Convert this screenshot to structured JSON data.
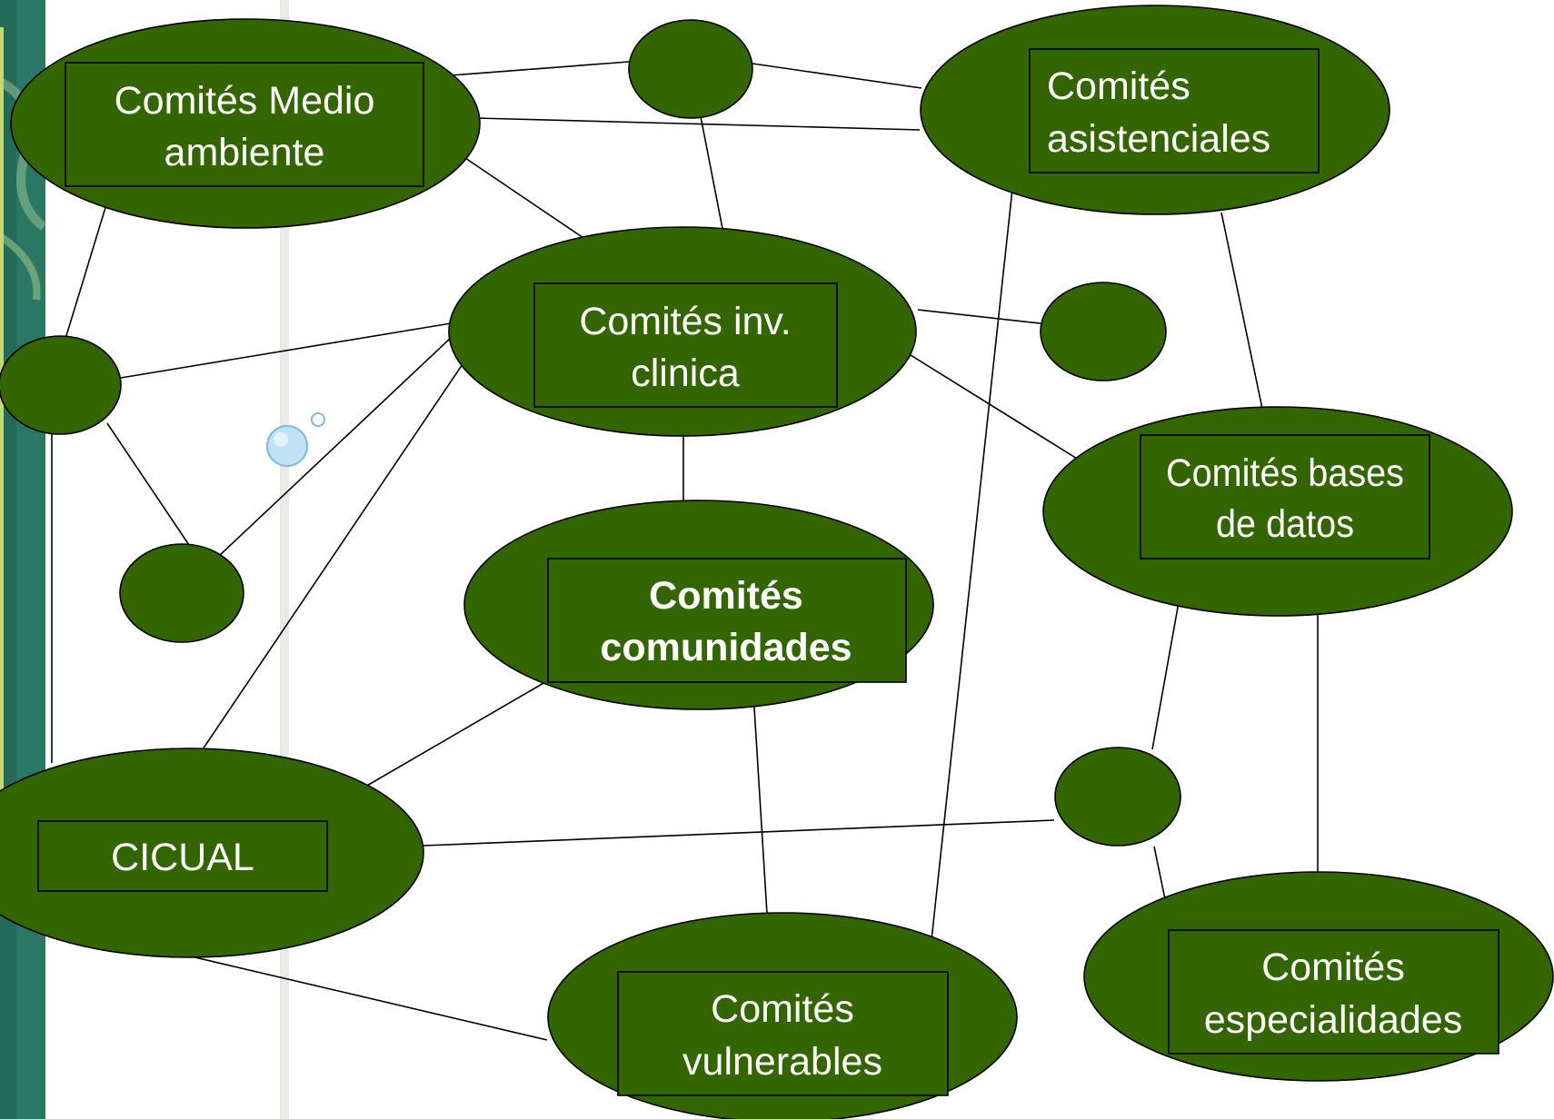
{
  "slide": {
    "colors": {
      "node_fill": "#336600",
      "node_stroke": "#000000",
      "edge": "#000000",
      "left_band": "#2e7d6a",
      "label_text": "#ffffff",
      "bubble": "#bfe3f5"
    }
  },
  "nodes": {
    "medio_ambiente": {
      "line1": "Comités Medio",
      "line2": "ambiente"
    },
    "asistenciales": {
      "line1": "Comités",
      "line2": "asistenciales"
    },
    "inv_clinica": {
      "line1": "Comités inv.",
      "line2": "clinica"
    },
    "bases_datos": {
      "line1": "Comités bases",
      "line2": "de datos"
    },
    "comunidades": {
      "line1": "Comités",
      "line2": "comunidades"
    },
    "cicual": {
      "line1": "CICUAL"
    },
    "vulnerables": {
      "line1": "Comités",
      "line2": "vulnerables"
    },
    "especialidades": {
      "line1": "Comités",
      "line2": "especialidades"
    }
  }
}
